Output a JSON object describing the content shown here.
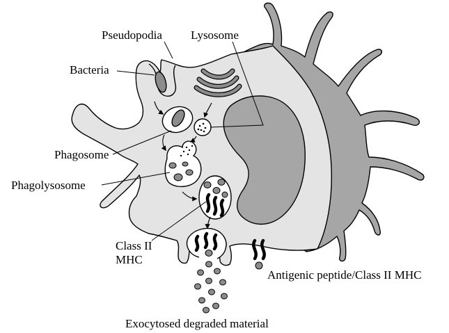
{
  "labels": {
    "pseudopodia": "Pseudopodia",
    "lysosome": "Lysosome",
    "bacteria": "Bacteria",
    "phagosome": "Phagosome",
    "phagolysosome": "Phagolysosome",
    "class_ii_line1": "Class II",
    "class_ii_line2": "MHC",
    "antigenic_peptide": "Antigenic peptide/Class II MHC",
    "exocytosed": "Exocytosed degraded material"
  },
  "colors": {
    "cytoplasm": "#e4e4e4",
    "dark_region": "#a6a6a6",
    "nucleus": "#a6a6a6",
    "organelle_dark": "#8c8c8c",
    "vesicle": "#ffffff",
    "outline": "#000000"
  }
}
